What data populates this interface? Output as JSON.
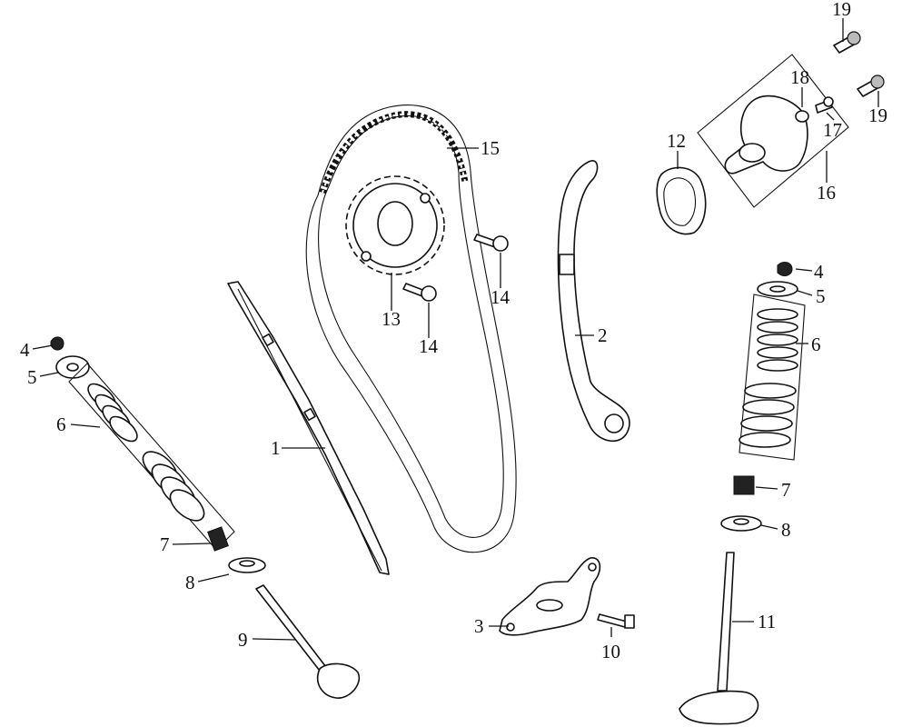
{
  "callouts": {
    "c1": "1",
    "c2": "2",
    "c3": "3",
    "c4a": "4",
    "c4b": "4",
    "c5a": "5",
    "c5b": "5",
    "c6a": "6",
    "c6b": "6",
    "c7a": "7",
    "c7b": "7",
    "c8a": "8",
    "c8b": "8",
    "c9": "9",
    "c10": "10",
    "c11": "11",
    "c12": "12",
    "c13": "13",
    "c14a": "14",
    "c14b": "14",
    "c15": "15",
    "c16": "16",
    "c17": "17",
    "c18": "18",
    "c19a": "19",
    "c19b": "19"
  }
}
